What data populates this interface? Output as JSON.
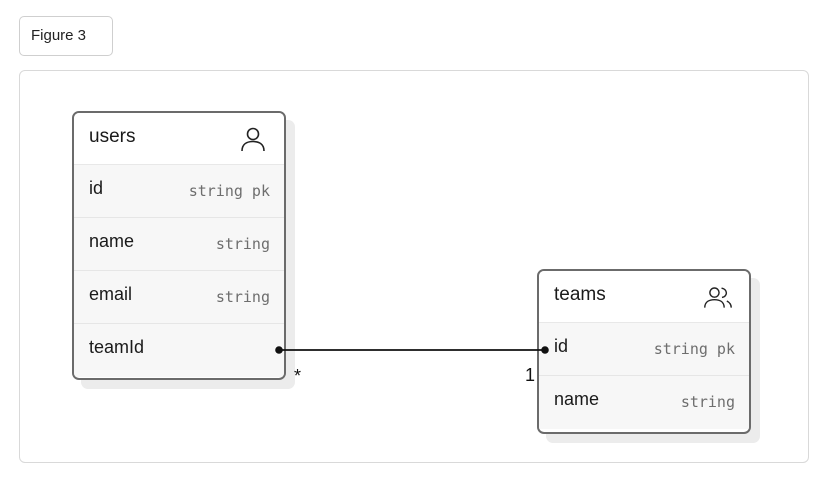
{
  "figure_label": "Figure 3",
  "entities": [
    {
      "name": "users",
      "icon": "user-icon",
      "fields": [
        {
          "name": "id",
          "type": "string pk"
        },
        {
          "name": "name",
          "type": "string"
        },
        {
          "name": "email",
          "type": "string"
        },
        {
          "name": "teamId",
          "type": ""
        }
      ]
    },
    {
      "name": "teams",
      "icon": "users-group-icon",
      "fields": [
        {
          "name": "id",
          "type": "string pk"
        },
        {
          "name": "name",
          "type": "string"
        }
      ]
    }
  ],
  "relationship": {
    "from": "users.teamId",
    "to": "teams.id",
    "from_cardinality": "*",
    "to_cardinality": "1"
  }
}
